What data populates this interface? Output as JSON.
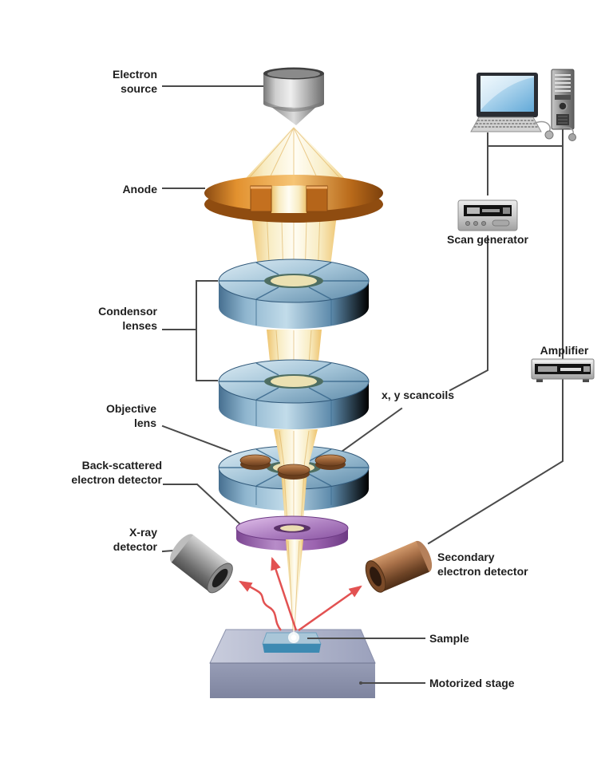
{
  "labels": {
    "electron_source": [
      "Electron",
      "source"
    ],
    "anode": "Anode",
    "condensor_lenses": [
      "Condensor",
      "lenses"
    ],
    "objective_lens": [
      "Objective",
      "lens"
    ],
    "bse_detector": [
      "Back-scattered",
      "electron detector"
    ],
    "xray_detector": [
      "X-ray",
      "detector"
    ],
    "secondary_detector": [
      "Secondary",
      "electron detector"
    ],
    "scancoils": "x, y scancoils",
    "sample": "Sample",
    "motorized_stage": "Motorized stage",
    "scan_generator": "Scan generator",
    "amplifier": "Amplifier"
  },
  "colors": {
    "beam_yellow": "#f6e9bd",
    "anode_copper": "#cd7d26",
    "lens_blue": "#7aa6c2",
    "bse_purple": "#a873ba",
    "xray_gray": "#8c8c8c",
    "secondary_copper": "#a06a42",
    "stage_gray": "#9aa0bb",
    "sample_blue": "#3d8ab2",
    "signal_arrow_red": "#e25252",
    "connector_gray": "#4a4a4a",
    "screen_blue": "#8cc4e4"
  }
}
